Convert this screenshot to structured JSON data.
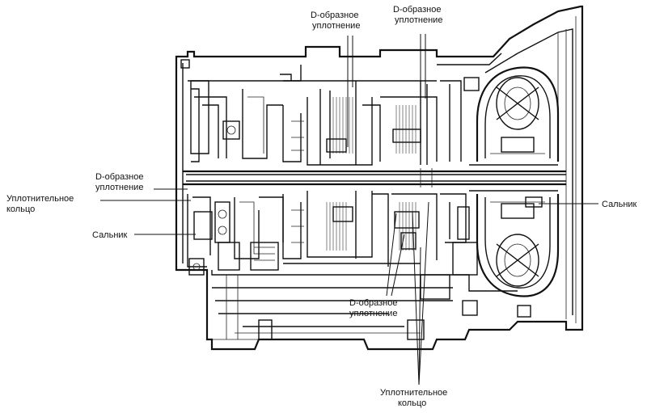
{
  "labels": {
    "d_seal_top_left_1": "D-образное",
    "d_seal_top_left_2": "уплотнение",
    "d_seal_top_right_1": "D-образное",
    "d_seal_top_right_2": "уплотнение",
    "d_seal_mid_left_1": "D-образное",
    "d_seal_mid_left_2": "уплотнение",
    "seal_ring_left_1": "Уплотнительное",
    "seal_ring_left_2": "кольцо",
    "oil_seal_left": "Сальник",
    "oil_seal_right": "Сальник",
    "d_seal_bottom_1": "D-образное",
    "d_seal_bottom_2": "уплотнение",
    "seal_ring_bottom_1": "Уплотнительное",
    "seal_ring_bottom_2": "кольцо"
  }
}
